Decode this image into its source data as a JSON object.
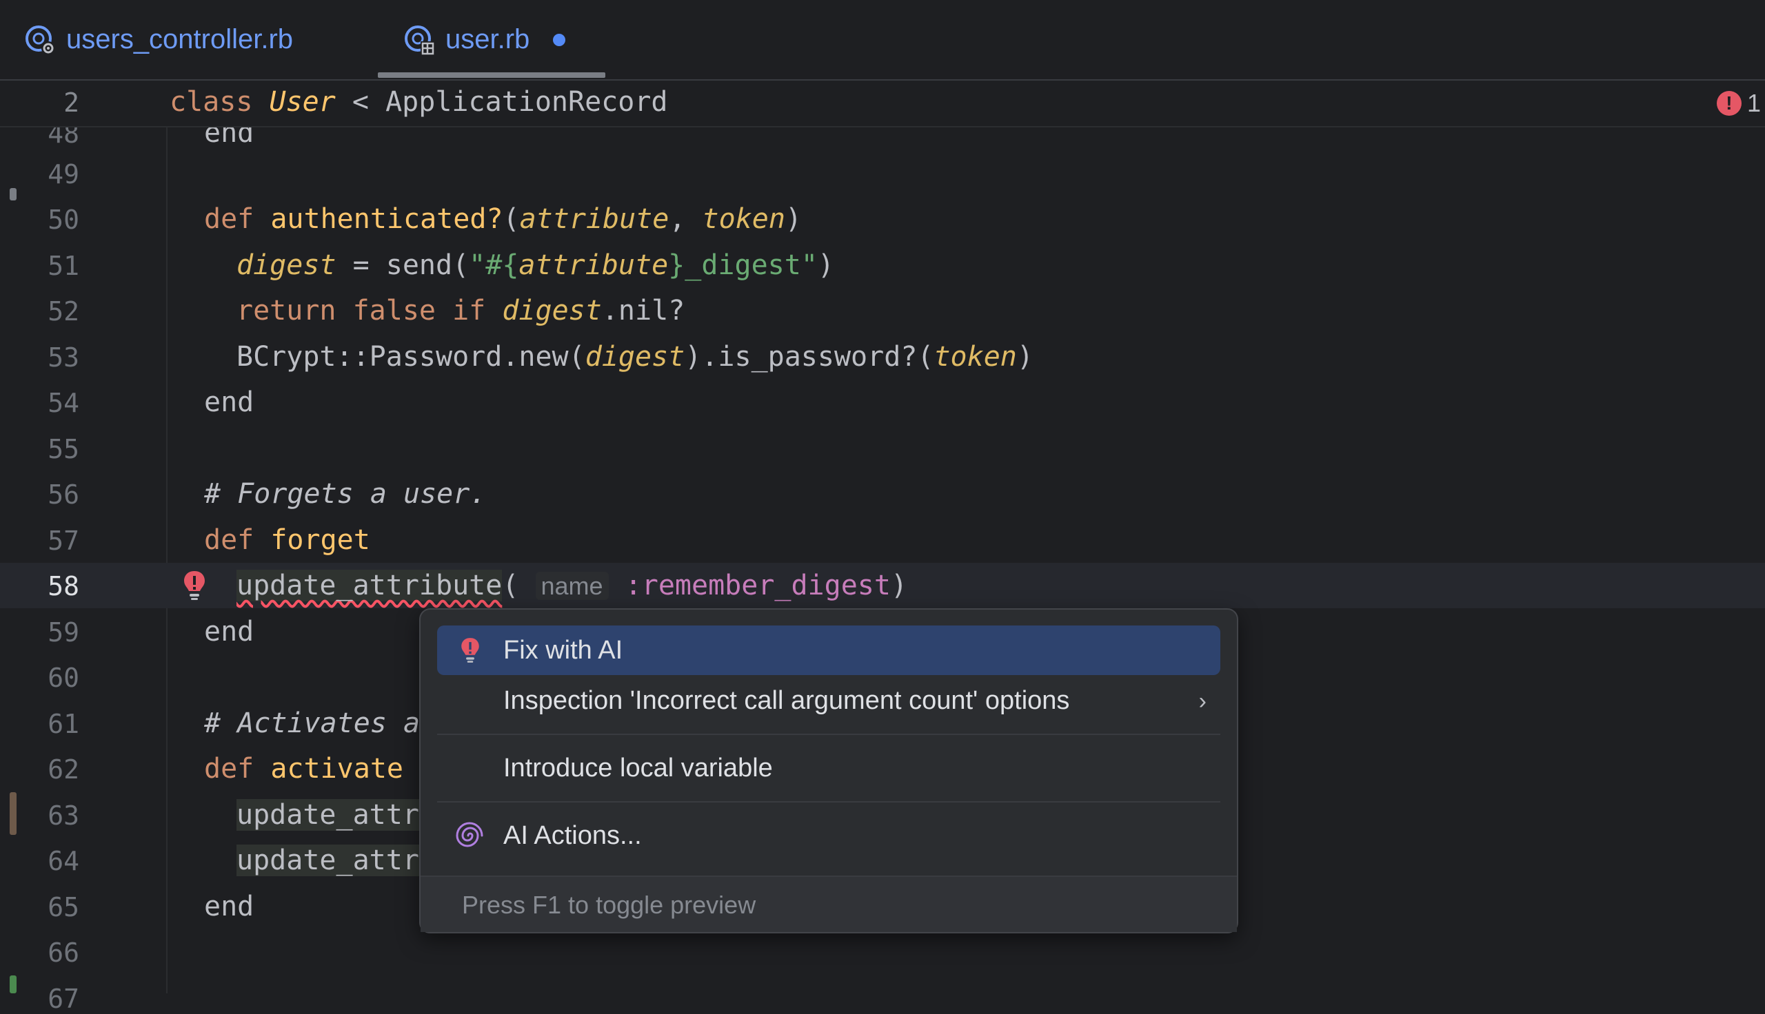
{
  "tabs": [
    {
      "label": "users_controller.rb",
      "icon": "ruby-controller-icon"
    },
    {
      "label": "user.rb",
      "icon": "ruby-model-icon",
      "modified": true
    }
  ],
  "sticky": {
    "line": "2",
    "kw": "class",
    "cls": "User",
    "rest": " < ApplicationRecord",
    "errors": "1"
  },
  "lines": {
    "l48": {
      "num": "48",
      "text": "end"
    },
    "l49": {
      "num": "49"
    },
    "l50": {
      "num": "50",
      "kw": "def ",
      "fn": "authenticated?",
      "p1": "(",
      "a1": "attribute",
      "comma": ", ",
      "a2": "token",
      "p2": ")"
    },
    "l51": {
      "num": "51",
      "v": "digest",
      "eq": " = send(",
      "s1": "\"#{",
      "a": "attribute",
      "s2": "}_digest\"",
      "end": ")"
    },
    "l52": {
      "num": "52",
      "kw1": "return ",
      "kw2": "false ",
      "kw3": "if ",
      "v": "digest",
      "rest": ".nil?"
    },
    "l53": {
      "num": "53",
      "a": "BCrypt::Password.new(",
      "v": "digest",
      "b": ").is_password?(",
      "t": "token",
      "c": ")"
    },
    "l54": {
      "num": "54",
      "text": "end"
    },
    "l55": {
      "num": "55"
    },
    "l56": {
      "num": "56",
      "text": "# Forgets a user."
    },
    "l57": {
      "num": "57",
      "kw": "def ",
      "fn": "forget"
    },
    "l58": {
      "num": "58",
      "call": "update_attribute",
      "open": "(",
      "hint": "name",
      "arg": ":remember_digest",
      "close": ")"
    },
    "l59": {
      "num": "59",
      "text": "end"
    },
    "l60": {
      "num": "60"
    },
    "l61": {
      "num": "61",
      "text": "# Activates a"
    },
    "l62": {
      "num": "62",
      "kw": "def ",
      "fn": "activate"
    },
    "l63": {
      "num": "63",
      "text": "update_attr"
    },
    "l64": {
      "num": "64",
      "text": "update_attr"
    },
    "l65": {
      "num": "65",
      "text": "end"
    },
    "l66": {
      "num": "66"
    },
    "l67": {
      "num": "67"
    }
  },
  "popup": {
    "items": [
      {
        "label": "Fix with AI",
        "icon": "error-bulb-icon",
        "selected": true
      },
      {
        "label": "Inspection 'Incorrect call argument count' options",
        "submenu": true
      },
      {
        "label": "Introduce local variable"
      },
      {
        "label": "AI Actions...",
        "icon": "ai-spiral-icon"
      }
    ],
    "footer": "Press F1 to toggle preview",
    "chevron": "›"
  },
  "colors": {
    "accent": "#548af7",
    "error": "#e55765",
    "selection": "#2e436e"
  }
}
